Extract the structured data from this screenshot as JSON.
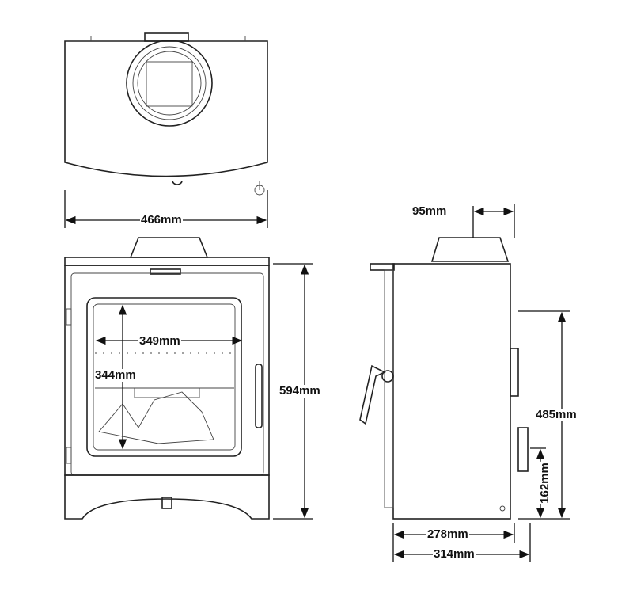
{
  "dimensions": {
    "top_width": "466mm",
    "flue_offset": "95mm",
    "glass_width": "349mm",
    "glass_height": "344mm",
    "total_height": "594mm",
    "flue_height_side": "485mm",
    "inlet_height": "162mm",
    "depth_body": "278mm",
    "depth_total": "314mm"
  }
}
